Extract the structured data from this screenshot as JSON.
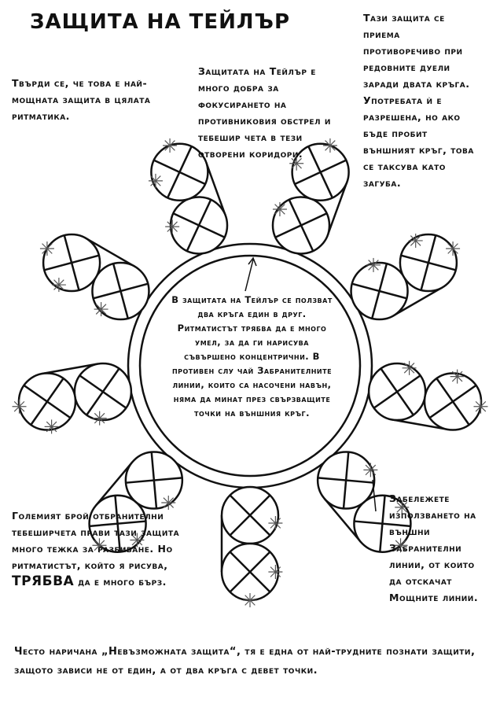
{
  "title": "ЗАЩИТА НА ТЕЙЛЪР",
  "notes": {
    "intro": "Твърди се, че това е най-мощната защита в цялата ритматика.",
    "middle": "Защитата на Тейлър е много добра за фокусирането на противниковия обстрел и тебешир чета в тези отворени коридори.",
    "right": "Тази защита се приема противоречиво при редовните дуели заради двата кръга. Употребата ѝ е разрешена, но ако бъде пробит външният кръг, това се таксува като загуба.",
    "center": "В защитата на Тейлър се ползват два кръга един в друг. Ритматистът трябва да е много умел, за да ги нарисува съвършено концентрични. В противен слу чай Забранителните линии, които са насочени навън, няма да минат през свързващите точки на външния кръг.",
    "bottom_left_a": "Големият брой отбранителни тебеширчета прави тази защита много тежка за разбиване. Но ритматистът, който я рисува,",
    "bottom_left_emph": "ТРЯБВА",
    "bottom_left_b": " да е много бърз.",
    "bottom_right": "Забележете използването на външни Забранителни линии, от които да отскачат Мощните линии.",
    "footer": "Често наричана „Невъзможната защита“, тя е една от най-трудните познати защити, защото зависи не от един, а от два кръга с девет точки."
  },
  "diagram": {
    "pod_count": 9,
    "line_color": "#111111",
    "point_color": "#555555"
  }
}
